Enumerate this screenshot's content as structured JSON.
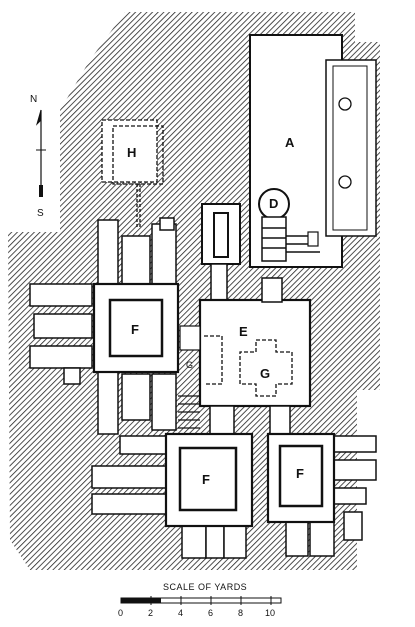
{
  "room_labels": {
    "a": "A",
    "d": "D",
    "e": "E",
    "f_west": "F",
    "f_south": "F",
    "f_east": "F",
    "g_center": "G",
    "g_small": "G",
    "h": "H"
  },
  "compass": {
    "north": "N",
    "south": "S"
  },
  "scale": {
    "title": "SCALE OF YARDS",
    "ticks": [
      "0",
      "2",
      "4",
      "6",
      "8",
      "10"
    ]
  }
}
